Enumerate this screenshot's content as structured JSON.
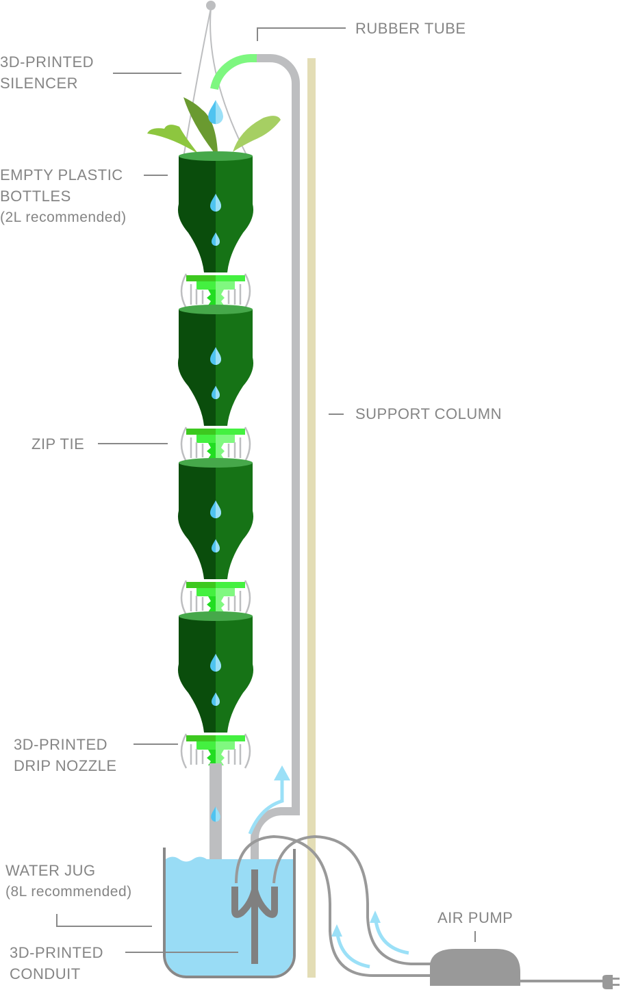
{
  "labels": {
    "silencer": [
      "3D-PRINTED",
      "SILENCER"
    ],
    "rubber_tube": "RUBBER TUBE",
    "bottles": [
      "EMPTY PLASTIC",
      "BOTTLES",
      "(2L recommended)"
    ],
    "support_column": "SUPPORT COLUMN",
    "zip_tie": "ZIP TIE",
    "drip_nozzle": [
      "3D-PRINTED",
      "DRIP NOZZLE"
    ],
    "water_jug": [
      "WATER JUG",
      "(8L recommended)"
    ],
    "conduit": [
      "3D-PRINTED",
      "CONDUIT"
    ],
    "air_pump": "AIR PUMP"
  },
  "colors": {
    "label": "#858585",
    "bottle_dark": "#0a4d0c",
    "bottle_light": "#167316",
    "cap": "#3fd92a",
    "tube": "#bdbec0",
    "column": "#e3ddb5",
    "water": "#99dcf5",
    "drop": "#4fc3f0",
    "pump": "#999999"
  }
}
